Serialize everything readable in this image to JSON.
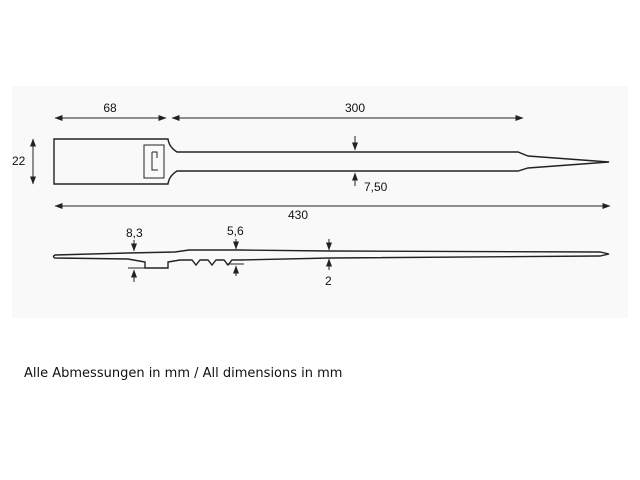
{
  "diagram": {
    "dimensions": {
      "head_length": "68",
      "tail_length": "300",
      "head_height": "22",
      "strap_width": "7,50",
      "total_length": "430",
      "head_thickness": "8,3",
      "rib_height": "5,6",
      "strap_thickness": "2"
    },
    "colors": {
      "line": "#222222",
      "panel": "#f9f9f9"
    }
  },
  "caption": "Alle Abmessungen in mm / All dimensions in mm"
}
